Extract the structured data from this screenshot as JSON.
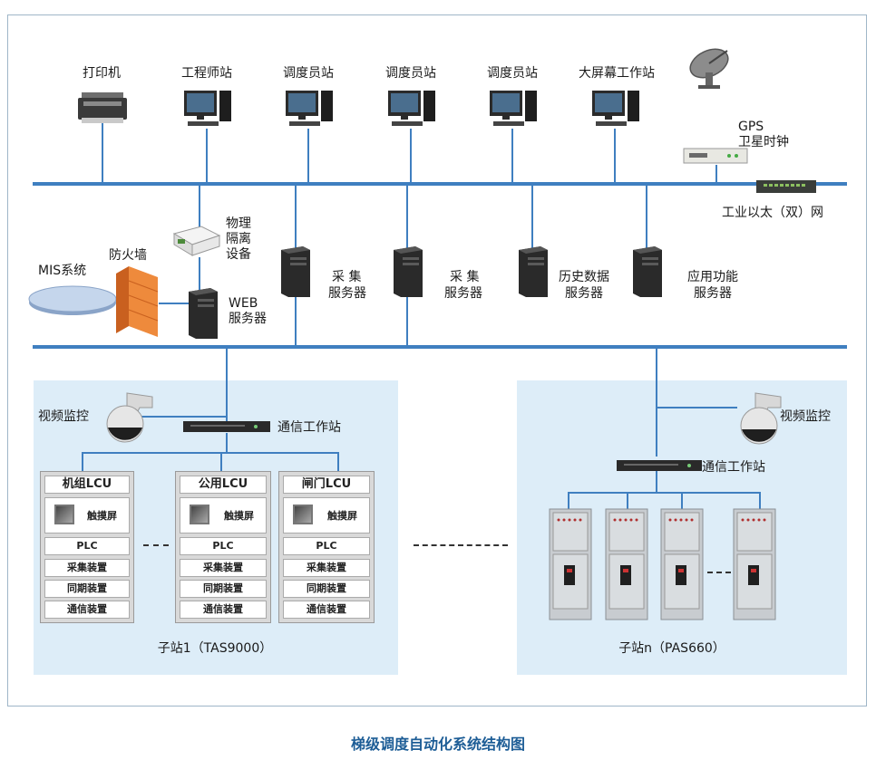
{
  "diagram": {
    "caption": "梯级调度自动化系统结构图",
    "top_devices": [
      {
        "label": "打印机",
        "icon": "printer-icon"
      },
      {
        "label": "工程师站",
        "icon": "workstation-icon"
      },
      {
        "label": "调度员站",
        "icon": "workstation-icon"
      },
      {
        "label": "调度员站",
        "icon": "workstation-icon"
      },
      {
        "label": "调度员站",
        "icon": "workstation-icon"
      },
      {
        "label": "大屏幕工作站",
        "icon": "workstation-icon"
      }
    ],
    "gps": {
      "line1": "GPS",
      "line2": "卫星时钟"
    },
    "ethernet_label": "工业以太（双）网",
    "isolation": {
      "line1": "物理",
      "line2": "隔离",
      "line3": "设备"
    },
    "mis": "MIS系统",
    "firewall": "防火墙",
    "web_server": {
      "line1": "WEB",
      "line2": "服务器"
    },
    "servers": [
      {
        "line1": "采  集",
        "line2": "服务器"
      },
      {
        "line1": "采  集",
        "line2": "服务器"
      },
      {
        "line1": "历史数据",
        "line2": "服务器"
      },
      {
        "line1": "应用功能",
        "line2": "服务器"
      }
    ],
    "station1": {
      "camera_label": "视频监控",
      "comm_label": "通信工作站",
      "name": "子站1（TAS9000）",
      "lcus": [
        {
          "title": "机组LCU"
        },
        {
          "title": "公用LCU"
        },
        {
          "title": "闸门LCU"
        }
      ],
      "lcu_rows": {
        "touch": "触摸屏",
        "plc": "PLC",
        "acq": "采集装置",
        "sync": "同期装置",
        "comm": "通信装置"
      }
    },
    "stationn": {
      "camera_label": "视频监控",
      "comm_label": "通信工作站",
      "name": "子站n（PAS660）"
    },
    "colors": {
      "bus": "#3f7fc0",
      "station_bg": "#ddedf8",
      "caption": "#1d5d96"
    }
  }
}
